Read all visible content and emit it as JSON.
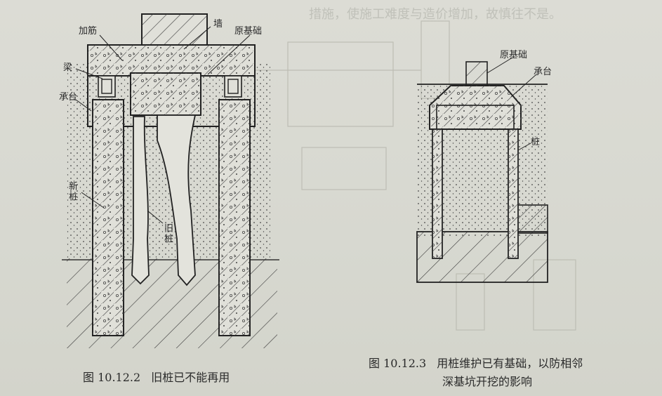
{
  "bleed_text": "措施，使施工难度与造价增加，故慎往不是。",
  "figure_1": {
    "labels": {
      "reinforcement": "加筋",
      "wall": "墙",
      "original_foundation": "原基础",
      "beam": "梁",
      "pile_cap": "承台",
      "new_pile": "新桩",
      "old_pile": "旧桩"
    },
    "caption_number": "图 10.12.2",
    "caption_text": "旧桩已不能再用"
  },
  "figure_2": {
    "labels": {
      "original_foundation": "原基础",
      "pile_cap": "承台",
      "pile": "桩"
    },
    "caption_number": "图 10.12.3",
    "caption_line1": "用桩维护已有基础，以防相邻",
    "caption_line2": "深基坑开挖的影响"
  }
}
